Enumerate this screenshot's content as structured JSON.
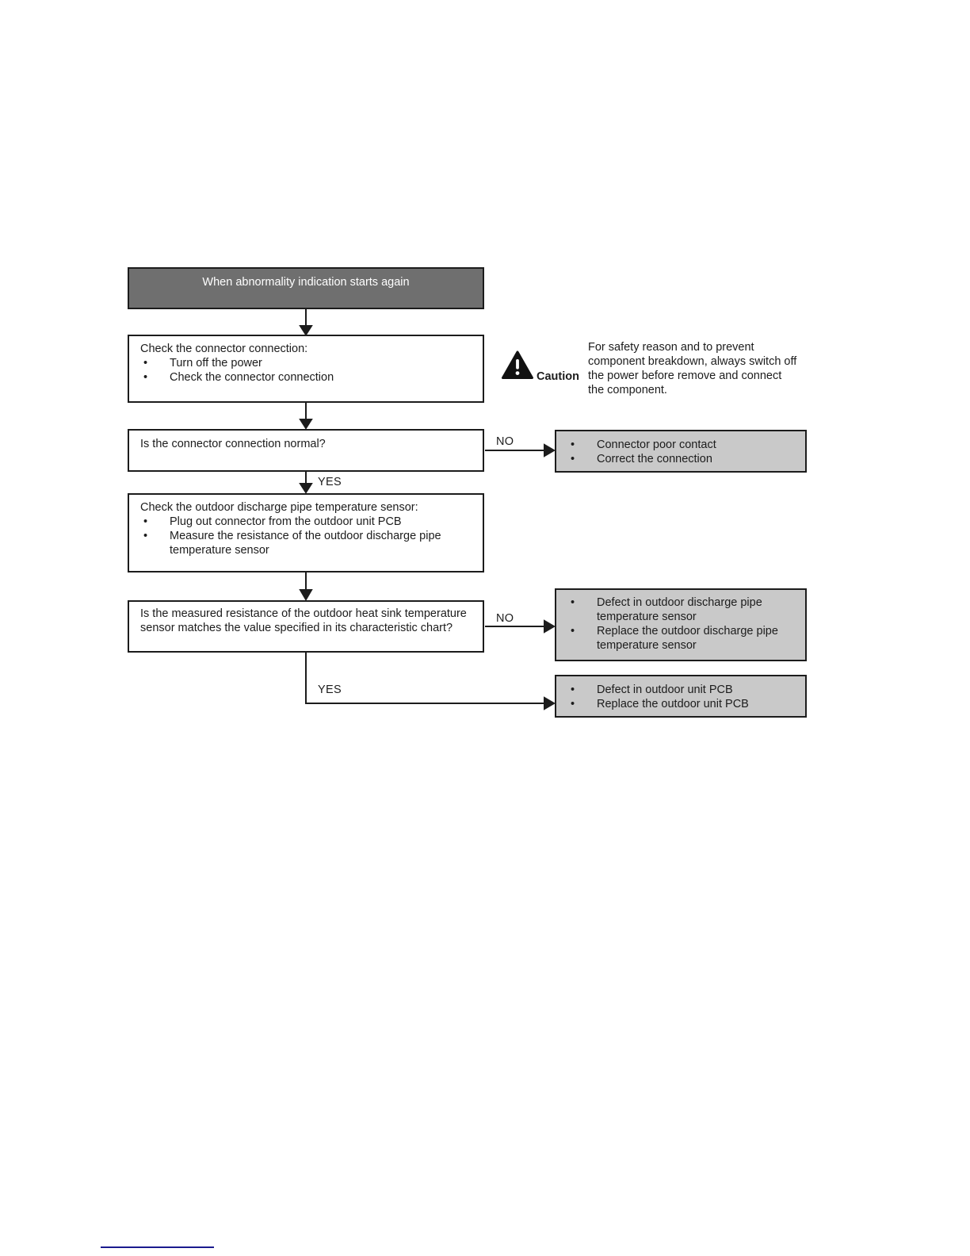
{
  "flow": {
    "start": {
      "label": "When abnormality indication starts again"
    },
    "step_check_connector": {
      "title": "Check the connector connection:",
      "bullets": [
        "Turn off the power",
        "Check the connector connection"
      ]
    },
    "caution": {
      "label": "Caution",
      "text": "For safety reason and to prevent component breakdown, always switch off the power before remove and connect the component."
    },
    "decision_connector": {
      "question": "Is the connector connection normal?",
      "no_label": "NO",
      "yes_label": "YES"
    },
    "result_connector": {
      "bullets": [
        "Connector poor contact",
        "Correct the connection"
      ]
    },
    "step_check_sensor": {
      "title": "Check the outdoor discharge pipe temperature sensor:",
      "bullets": [
        "Plug out connector from the outdoor unit PCB",
        "Measure the resistance of the outdoor discharge pipe temperature sensor"
      ]
    },
    "decision_resistance": {
      "question": "Is the measured resistance of the outdoor heat sink temperature sensor matches the value specified in its characteristic chart?",
      "no_label": "NO",
      "yes_label": "YES"
    },
    "result_sensor": {
      "bullets": [
        "Defect in outdoor discharge pipe temperature sensor",
        "Replace the outdoor discharge pipe temperature sensor"
      ]
    },
    "result_pcb": {
      "bullets": [
        "Defect in outdoor unit PCB",
        "Replace the outdoor unit PCB"
      ]
    }
  },
  "glyphs": {
    "bullet": "•"
  },
  "colors": {
    "start_box_bg": "#6f6f6f",
    "start_box_text": "#ffffff",
    "result_box_bg": "#c9c9c9",
    "line_and_border": "#1c1c1c",
    "footer_rule": "#1b1b8e",
    "page_bg": "#ffffff"
  }
}
